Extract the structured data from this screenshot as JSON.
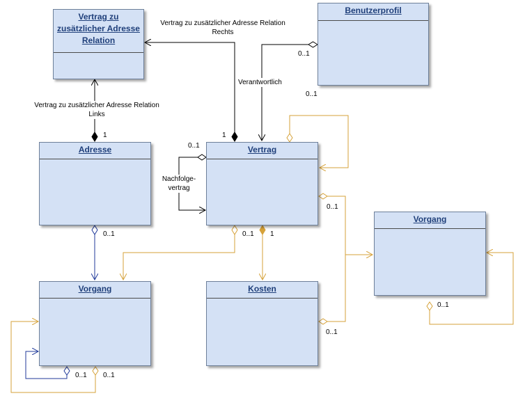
{
  "classes": {
    "vzar": "Vertrag zu zusätzlicher Adresse Relation",
    "vzar_line1": "Vertrag zu",
    "vzar_line2": "zusätzlicher Adresse",
    "vzar_line3": "Relation",
    "benutzerprofil": "Benutzerprofil",
    "adresse": "Adresse",
    "vertrag": "Vertrag",
    "vorgang_left": "Vorgang",
    "kosten": "Kosten",
    "vorgang_right": "Vorgang"
  },
  "labels": {
    "rechts_line1": "Vertrag zu zusätzlicher Adresse Relation",
    "rechts_line2": "Rechts",
    "links_line1": "Vertrag zu zusätzlicher Adresse Relation",
    "links_line2": "Links",
    "verantwortlich": "Verantwortlich",
    "nachfolge_line1": "Nachfolge-",
    "nachfolge_line2": "vertrag"
  },
  "multiplicities": {
    "benutzer_0": "0..1",
    "benutzer_1": "0..1",
    "adresse_top": "1",
    "vertrag_top": "1",
    "vertrag_nachfolge": "0..1",
    "vertrag_vorgang_right": "0..1",
    "adresse_bottom": "0..1",
    "vertrag_bottom": "0..1",
    "vertrag_kosten": "1",
    "vorgang_right_bottom": "0..1",
    "kosten_right": "0..1",
    "vorgang_left_blue": "0..1",
    "vorgang_left_gold": "0..1"
  },
  "colors": {
    "black": "#000000",
    "gold": "#d6a23a",
    "blue": "#203a9a",
    "class_fill": "#d4e1f5"
  }
}
